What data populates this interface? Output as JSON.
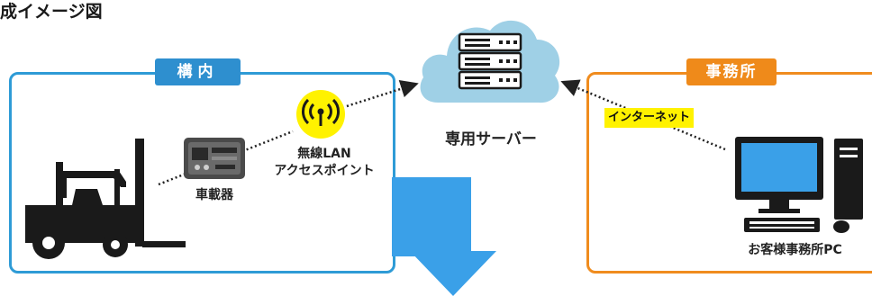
{
  "title": "成イメージ図",
  "premises": {
    "tag": "構内"
  },
  "office": {
    "tag": "事務所"
  },
  "nodes": {
    "onboard_unit": "車載器",
    "access_point_line1": "無線LAN",
    "access_point_line2": "アクセスポイント",
    "server": "専用サーバー",
    "internet": "インターネット",
    "office_pc": "お客様事務所PC"
  },
  "colors": {
    "premises_border": "#2e9bd6",
    "office_border": "#f08c1e",
    "cloud": "#9fd0e6",
    "arrow": "#3aa0e8",
    "internet_highlight": "#fff200"
  },
  "icons": [
    "forklift-icon",
    "onboard-unit-icon",
    "wifi-antenna-icon",
    "server-cloud-icon",
    "desktop-pc-icon",
    "down-arrow-icon"
  ]
}
